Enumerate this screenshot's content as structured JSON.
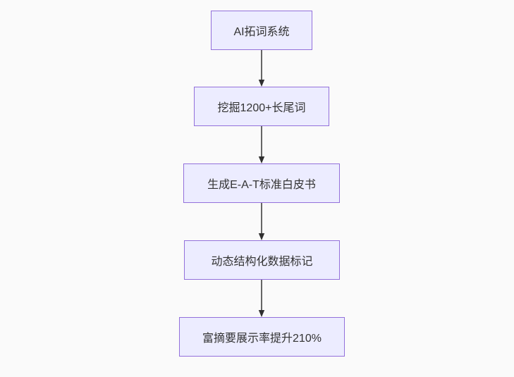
{
  "diagram": {
    "type": "flowchart",
    "direction": "top-to-bottom",
    "nodes": [
      {
        "id": "n1",
        "label": "AI拓词系统"
      },
      {
        "id": "n2",
        "label": "挖掘1200+长尾词"
      },
      {
        "id": "n3",
        "label": "生成E-A-T标准白皮书"
      },
      {
        "id": "n4",
        "label": "动态结构化数据标记"
      },
      {
        "id": "n5",
        "label": "富摘要展示率提升210%"
      }
    ],
    "edges": [
      {
        "from": "n1",
        "to": "n2"
      },
      {
        "from": "n2",
        "to": "n3"
      },
      {
        "from": "n3",
        "to": "n4"
      },
      {
        "from": "n4",
        "to": "n5"
      }
    ],
    "colors": {
      "background": "#fafafa",
      "node_fill": "#ececff",
      "node_border": "#9370db",
      "node_text": "#333333",
      "arrow_line": "#666666",
      "arrow_head": "#2f2f2f"
    }
  }
}
